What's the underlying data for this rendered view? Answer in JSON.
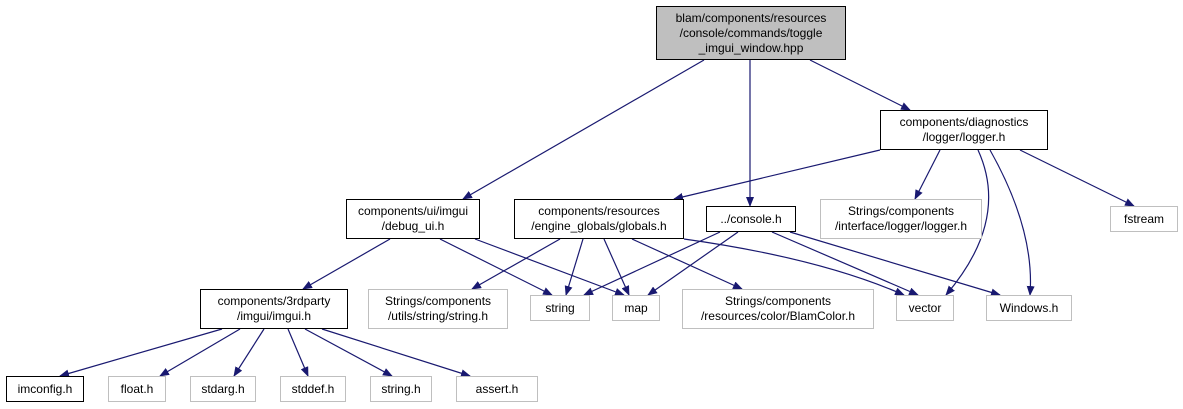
{
  "nodes": [
    {
      "id": "root",
      "lines": [
        "blam/components/resources",
        "/console/commands/toggle",
        "_imgui_window.hpp"
      ],
      "style": "root"
    },
    {
      "id": "logger",
      "lines": [
        "components/diagnostics",
        "/logger/logger.h"
      ],
      "style": "solid"
    },
    {
      "id": "debug_ui",
      "lines": [
        "components/ui/imgui",
        "/debug_ui.h"
      ],
      "style": "solid"
    },
    {
      "id": "globals",
      "lines": [
        "components/resources",
        "/engine_globals/globals.h"
      ],
      "style": "solid"
    },
    {
      "id": "console",
      "lines": [
        "../console.h"
      ],
      "style": "solid"
    },
    {
      "id": "str_logger",
      "lines": [
        "Strings/components",
        "/interface/logger/logger.h"
      ],
      "style": "ghost"
    },
    {
      "id": "fstream",
      "lines": [
        "fstream"
      ],
      "style": "ghost"
    },
    {
      "id": "imgui",
      "lines": [
        "components/3rdparty",
        "/imgui/imgui.h"
      ],
      "style": "solid"
    },
    {
      "id": "str_string",
      "lines": [
        "Strings/components",
        "/utils/string/string.h"
      ],
      "style": "ghost"
    },
    {
      "id": "string",
      "lines": [
        "string"
      ],
      "style": "ghost"
    },
    {
      "id": "map",
      "lines": [
        "map"
      ],
      "style": "ghost"
    },
    {
      "id": "blamcolor",
      "lines": [
        "Strings/components",
        "/resources/color/BlamColor.h"
      ],
      "style": "ghost"
    },
    {
      "id": "vector",
      "lines": [
        "vector"
      ],
      "style": "ghost"
    },
    {
      "id": "windows",
      "lines": [
        "Windows.h"
      ],
      "style": "ghost"
    },
    {
      "id": "imconfig",
      "lines": [
        "imconfig.h"
      ],
      "style": "solid"
    },
    {
      "id": "float",
      "lines": [
        "float.h"
      ],
      "style": "ghost"
    },
    {
      "id": "stdarg",
      "lines": [
        "stdarg.h"
      ],
      "style": "ghost"
    },
    {
      "id": "stddef",
      "lines": [
        "stddef.h"
      ],
      "style": "ghost"
    },
    {
      "id": "string_h",
      "lines": [
        "string.h"
      ],
      "style": "ghost"
    },
    {
      "id": "assert",
      "lines": [
        "assert.h"
      ],
      "style": "ghost"
    }
  ],
  "edges": [
    [
      "root",
      "logger"
    ],
    [
      "root",
      "debug_ui"
    ],
    [
      "root",
      "console"
    ],
    [
      "logger",
      "globals"
    ],
    [
      "logger",
      "str_logger"
    ],
    [
      "logger",
      "vector"
    ],
    [
      "logger",
      "windows"
    ],
    [
      "logger",
      "fstream"
    ],
    [
      "debug_ui",
      "imgui"
    ],
    [
      "debug_ui",
      "string"
    ],
    [
      "debug_ui",
      "map"
    ],
    [
      "globals",
      "str_string"
    ],
    [
      "globals",
      "string"
    ],
    [
      "globals",
      "map"
    ],
    [
      "globals",
      "blamcolor"
    ],
    [
      "globals",
      "vector"
    ],
    [
      "console",
      "string"
    ],
    [
      "console",
      "map"
    ],
    [
      "console",
      "vector"
    ],
    [
      "console",
      "windows"
    ],
    [
      "imgui",
      "imconfig"
    ],
    [
      "imgui",
      "float"
    ],
    [
      "imgui",
      "stdarg"
    ],
    [
      "imgui",
      "stddef"
    ],
    [
      "imgui",
      "string_h"
    ],
    [
      "imgui",
      "assert"
    ]
  ],
  "colors": {
    "edge": "#191970",
    "node_border": "#000000",
    "ghost_border": "#bfbfbf",
    "root_fill": "#bfbfbf"
  }
}
